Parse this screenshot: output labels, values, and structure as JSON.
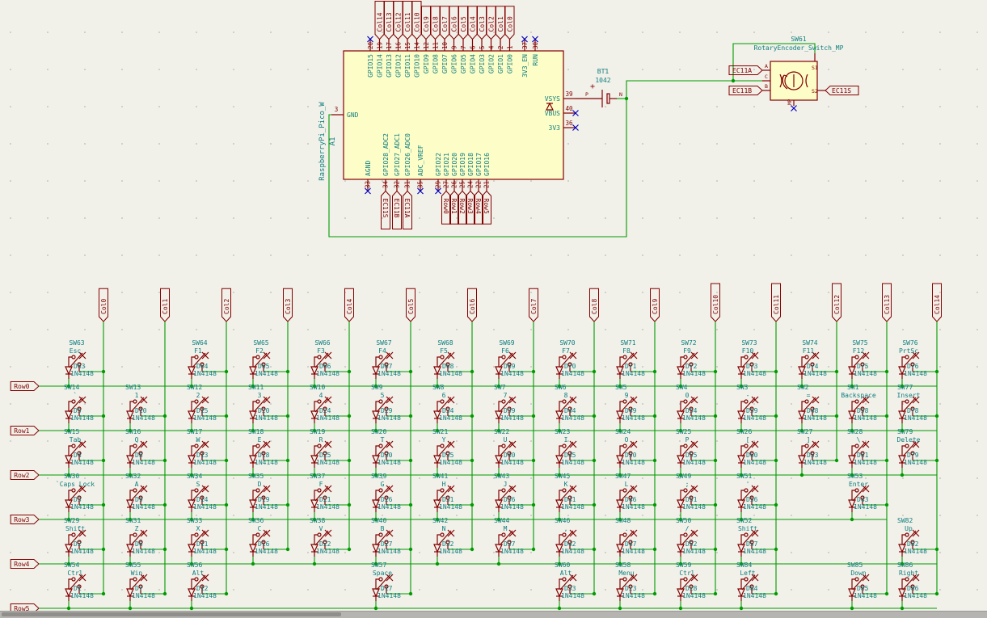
{
  "app": {
    "colors": {
      "wire": "#009b00",
      "symbol": "#840000",
      "body_fill": "#fdfdc8",
      "text_teal": "#0f7f7f",
      "no_connect": "#0000c2",
      "background": "#f1f0e9"
    }
  },
  "pico": {
    "value": "RaspberryPi_Pico_W",
    "reference": "A1",
    "left_pin": {
      "num": "3",
      "name": "GND"
    },
    "top_pins": [
      {
        "num": "20",
        "name": "GPIO15",
        "nc": true
      },
      {
        "num": "19",
        "name": "GPIO14",
        "label": "Col14"
      },
      {
        "num": "17",
        "name": "GPIO13",
        "label": "Col13"
      },
      {
        "num": "16",
        "name": "GPIO12",
        "label": "Col12"
      },
      {
        "num": "15",
        "name": "GPIO11",
        "label": "Col11"
      },
      {
        "num": "14",
        "name": "GPIO10",
        "label": "Col10"
      },
      {
        "num": "12",
        "name": "GPIO9",
        "label": "Col9"
      },
      {
        "num": "11",
        "name": "GPIO8",
        "label": "Col8"
      },
      {
        "num": "10",
        "name": "GPIO7",
        "label": "Col7"
      },
      {
        "num": "9",
        "name": "GPIO6",
        "label": "Col6"
      },
      {
        "num": "7",
        "name": "GPIO5",
        "label": "Col5"
      },
      {
        "num": "6",
        "name": "GPIO4",
        "label": "Col4"
      },
      {
        "num": "5",
        "name": "GPIO3",
        "label": "Col3"
      },
      {
        "num": "4",
        "name": "GPIO2",
        "label": "Col2"
      },
      {
        "num": "2",
        "name": "GPIO1",
        "label": "Col1"
      },
      {
        "num": "1",
        "name": "GPIO0",
        "label": "Col0"
      },
      {
        "num": "37",
        "name": "3V3_EN",
        "nc": true
      },
      {
        "num": "30",
        "name": "RUN",
        "nc": true
      }
    ],
    "right_pins": [
      {
        "num": "39",
        "name": "VSYS"
      },
      {
        "num": "40",
        "name": "VBUS",
        "nc": true
      },
      {
        "num": "36",
        "name": "3V3",
        "nc": true
      }
    ],
    "bottom_pins": [
      {
        "num": "33",
        "name": "AGND",
        "nc": true
      },
      {
        "num": "34",
        "name": "GPIO28_ADC2",
        "label": "EC11S"
      },
      {
        "num": "32",
        "name": "GPIO27_ADC1",
        "label": "EC11B"
      },
      {
        "num": "31",
        "name": "GPIO26_ADC0",
        "label": "EC11A"
      },
      {
        "num": "35",
        "name": "ADC_VREF",
        "nc": true
      },
      {
        "num": "29",
        "name": "GPIO22",
        "nc": true
      },
      {
        "num": "27",
        "name": "GPIO21",
        "label": "Row0"
      },
      {
        "num": "26",
        "name": "GPIO20",
        "label": "Row1"
      },
      {
        "num": "25",
        "name": "GPIO19",
        "label": "Row2"
      },
      {
        "num": "24",
        "name": "GPIO18",
        "label": "Row3"
      },
      {
        "num": "22",
        "name": "GPIO17",
        "label": "Row4"
      },
      {
        "num": "21",
        "name": "GPIO16",
        "label": "Row5"
      }
    ]
  },
  "battery": {
    "ref": "BT1",
    "value": "1042",
    "plus": "+",
    "pos": "P",
    "neg": "N"
  },
  "encoder": {
    "ref": "SW61",
    "value": "RotaryEncoder_Switch_MP",
    "pin_a": "A",
    "pin_c": "C",
    "pin_b": "B",
    "pin_s1": "S1",
    "pin_s2": "S2",
    "pin_mp": "MP",
    "label_a": "EC11A",
    "label_b": "EC11B",
    "label_s2": "EC11S"
  },
  "matrix": {
    "col_labels": [
      "Col0",
      "Col1",
      "Col2",
      "Col3",
      "Col4",
      "Col5",
      "Col6",
      "Col7",
      "Col8",
      "Col9",
      "Col10",
      "Col11",
      "Col12",
      "Col13",
      "Col14"
    ],
    "row_labels": [
      "Row0",
      "Row1",
      "Row2",
      "Row3",
      "Row4",
      "Row5"
    ],
    "diode_part": "1N4148",
    "keys": [
      {
        "r": 0,
        "c": 0,
        "ref": "SW63",
        "key": "Esc",
        "d": "D63"
      },
      {
        "r": 0,
        "c": 2,
        "ref": "SW64",
        "key": "F1",
        "d": "D64"
      },
      {
        "r": 0,
        "c": 3,
        "ref": "SW65",
        "key": "F2",
        "d": "D65"
      },
      {
        "r": 0,
        "c": 4,
        "ref": "SW66",
        "key": "F3",
        "d": "D66"
      },
      {
        "r": 0,
        "c": 5,
        "ref": "SW67",
        "key": "F4",
        "d": "D67"
      },
      {
        "r": 0,
        "c": 6,
        "ref": "SW68",
        "key": "F5",
        "d": "D68"
      },
      {
        "r": 0,
        "c": 7,
        "ref": "SW69",
        "key": "F6",
        "d": "D69"
      },
      {
        "r": 0,
        "c": 8,
        "ref": "SW70",
        "key": "F7",
        "d": "D70"
      },
      {
        "r": 0,
        "c": 9,
        "ref": "SW71",
        "key": "F8",
        "d": "D71"
      },
      {
        "r": 0,
        "c": 10,
        "ref": "SW72",
        "key": "F9",
        "d": "D72"
      },
      {
        "r": 0,
        "c": 11,
        "ref": "SW73",
        "key": "F10",
        "d": "D73"
      },
      {
        "r": 0,
        "c": 12,
        "ref": "SW74",
        "key": "F11",
        "d": "D74"
      },
      {
        "r": 0,
        "c": 13,
        "ref": "SW75",
        "key": "F12",
        "d": "D75"
      },
      {
        "r": 0,
        "c": 14,
        "ref": "SW76",
        "key": "PrtSc",
        "d": "D76"
      },
      {
        "r": 1,
        "c": 0,
        "ref": "SW14",
        "key": "`",
        "d": "D5"
      },
      {
        "r": 1,
        "c": 1,
        "ref": "SW13",
        "key": "1",
        "d": "D10"
      },
      {
        "r": 1,
        "c": 2,
        "ref": "SW12",
        "key": "2",
        "d": "D15"
      },
      {
        "r": 1,
        "c": 3,
        "ref": "SW11",
        "key": "3",
        "d": "D20"
      },
      {
        "r": 1,
        "c": 4,
        "ref": "SW10",
        "key": "4",
        "d": "D24"
      },
      {
        "r": 1,
        "c": 5,
        "ref": "SW9",
        "key": "5",
        "d": "D29"
      },
      {
        "r": 1,
        "c": 6,
        "ref": "SW8",
        "key": "6",
        "d": "D34"
      },
      {
        "r": 1,
        "c": 7,
        "ref": "SW7",
        "key": "7",
        "d": "D39"
      },
      {
        "r": 1,
        "c": 8,
        "ref": "SW6",
        "key": "8",
        "d": "D44"
      },
      {
        "r": 1,
        "c": 9,
        "ref": "SW5",
        "key": "9",
        "d": "D49"
      },
      {
        "r": 1,
        "c": 10,
        "ref": "SW4",
        "key": "0",
        "d": "D54"
      },
      {
        "r": 1,
        "c": 11,
        "ref": "SW3",
        "key": "-",
        "d": "D59"
      },
      {
        "r": 1,
        "c": 12,
        "ref": "SW2",
        "key": "=",
        "d": "D48"
      },
      {
        "r": 1,
        "c": 13,
        "ref": "SW1",
        "key": "Backspace",
        "d": "D58"
      },
      {
        "r": 1,
        "c": 14,
        "ref": "SW77",
        "key": "Insert",
        "d": "D78"
      },
      {
        "r": 2,
        "c": 0,
        "ref": "SW15",
        "key": "Tab",
        "d": "D4"
      },
      {
        "r": 2,
        "c": 1,
        "ref": "SW16",
        "key": "Q",
        "d": "D8"
      },
      {
        "r": 2,
        "c": 2,
        "ref": "SW17",
        "key": "W",
        "d": "D13"
      },
      {
        "r": 2,
        "c": 3,
        "ref": "SW18",
        "key": "E",
        "d": "D18"
      },
      {
        "r": 2,
        "c": 4,
        "ref": "SW19",
        "key": "R",
        "d": "D25"
      },
      {
        "r": 2,
        "c": 5,
        "ref": "SW20",
        "key": "T",
        "d": "D30"
      },
      {
        "r": 2,
        "c": 6,
        "ref": "SW21",
        "key": "Y",
        "d": "D35"
      },
      {
        "r": 2,
        "c": 7,
        "ref": "SW22",
        "key": "U",
        "d": "D40"
      },
      {
        "r": 2,
        "c": 8,
        "ref": "SW23",
        "key": "I",
        "d": "D45"
      },
      {
        "r": 2,
        "c": 9,
        "ref": "SW24",
        "key": "O",
        "d": "D50"
      },
      {
        "r": 2,
        "c": 10,
        "ref": "SW25",
        "key": "P",
        "d": "D55"
      },
      {
        "r": 2,
        "c": 11,
        "ref": "SW26",
        "key": "[",
        "d": "D60"
      },
      {
        "r": 2,
        "c": 12,
        "ref": "SW27",
        "key": "]",
        "d": "D53"
      },
      {
        "r": 2,
        "c": 13,
        "ref": "SW28",
        "key": "\\",
        "d": "D61"
      },
      {
        "r": 2,
        "c": 14,
        "ref": "SW79",
        "key": "Delete",
        "d": "D79"
      },
      {
        "r": 3,
        "c": 0,
        "ref": "SW30",
        "key": "`Caps Lock",
        "d": "D3"
      },
      {
        "r": 3,
        "c": 1,
        "ref": "SW32",
        "key": "A",
        "d": "D9"
      },
      {
        "r": 3,
        "c": 2,
        "ref": "SW34",
        "key": "S",
        "d": "D14"
      },
      {
        "r": 3,
        "c": 3,
        "ref": "SW35",
        "key": "D",
        "d": "D19"
      },
      {
        "r": 3,
        "c": 4,
        "ref": "SW37",
        "key": "F",
        "d": "D21"
      },
      {
        "r": 3,
        "c": 5,
        "ref": "SW39",
        "key": "G",
        "d": "D26"
      },
      {
        "r": 3,
        "c": 6,
        "ref": "SW41",
        "key": "H",
        "d": "D31"
      },
      {
        "r": 3,
        "c": 7,
        "ref": "SW43",
        "key": "J",
        "d": "D36"
      },
      {
        "r": 3,
        "c": 8,
        "ref": "SW45",
        "key": "K",
        "d": "D41"
      },
      {
        "r": 3,
        "c": 9,
        "ref": "SW47",
        "key": "L",
        "d": "D46"
      },
      {
        "r": 3,
        "c": 10,
        "ref": "SW49",
        "key": ";",
        "d": "D51"
      },
      {
        "r": 3,
        "c": 11,
        "ref": "SW51",
        "key": "'",
        "d": "D56"
      },
      {
        "r": 3,
        "c": 13,
        "ref": "SW53",
        "key": "Enter",
        "d": "D43"
      },
      {
        "r": 4,
        "c": 0,
        "ref": "SW29",
        "key": "Shift",
        "d": "D2"
      },
      {
        "r": 4,
        "c": 1,
        "ref": "SW31",
        "key": "Z",
        "d": "D6"
      },
      {
        "r": 4,
        "c": 2,
        "ref": "SW33",
        "key": "X",
        "d": "D11"
      },
      {
        "r": 4,
        "c": 3,
        "ref": "SW36",
        "key": "C",
        "d": "D16"
      },
      {
        "r": 4,
        "c": 4,
        "ref": "SW38",
        "key": "V",
        "d": "D22"
      },
      {
        "r": 4,
        "c": 5,
        "ref": "SW40",
        "key": "B",
        "d": "D27"
      },
      {
        "r": 4,
        "c": 6,
        "ref": "SW42",
        "key": "N",
        "d": "D32"
      },
      {
        "r": 4,
        "c": 7,
        "ref": "SW44",
        "key": "M",
        "d": "D37"
      },
      {
        "r": 4,
        "c": 8,
        "ref": "SW46",
        "key": ",",
        "d": "D42"
      },
      {
        "r": 4,
        "c": 9,
        "ref": "SW48",
        "key": ".",
        "d": "D47"
      },
      {
        "r": 4,
        "c": 10,
        "ref": "SW50",
        "key": "/",
        "d": "D52"
      },
      {
        "r": 4,
        "c": 11,
        "ref": "SW52",
        "key": "Shift",
        "d": "D57"
      },
      {
        "r": 4,
        "c": 14,
        "ref": "SW82",
        "key": "Up",
        "d": "D82"
      },
      {
        "r": 5,
        "c": 0,
        "ref": "SW54",
        "key": "Ctrl",
        "d": "D1"
      },
      {
        "r": 5,
        "c": 1,
        "ref": "SW55",
        "key": "Win",
        "d": "D7"
      },
      {
        "r": 5,
        "c": 2,
        "ref": "SW56",
        "key": "Alt",
        "d": "D12"
      },
      {
        "r": 5,
        "c": 5,
        "ref": "SW57",
        "key": "Space",
        "d": "D17"
      },
      {
        "r": 5,
        "c": 8,
        "ref": "SW60",
        "key": "Alt",
        "d": "D33"
      },
      {
        "r": 5,
        "c": 9,
        "ref": "SW58",
        "key": "Menu",
        "d": "D23"
      },
      {
        "r": 5,
        "c": 10,
        "ref": "SW59",
        "key": "Ctrl",
        "d": "D28"
      },
      {
        "r": 5,
        "c": 11,
        "ref": "SW84",
        "key": "Left",
        "d": "D84"
      },
      {
        "r": 5,
        "c": 13,
        "ref": "SW85",
        "key": "Down",
        "d": "D85"
      },
      {
        "r": 5,
        "c": 14,
        "ref": "SW86",
        "key": "Right",
        "d": "D86"
      }
    ]
  }
}
